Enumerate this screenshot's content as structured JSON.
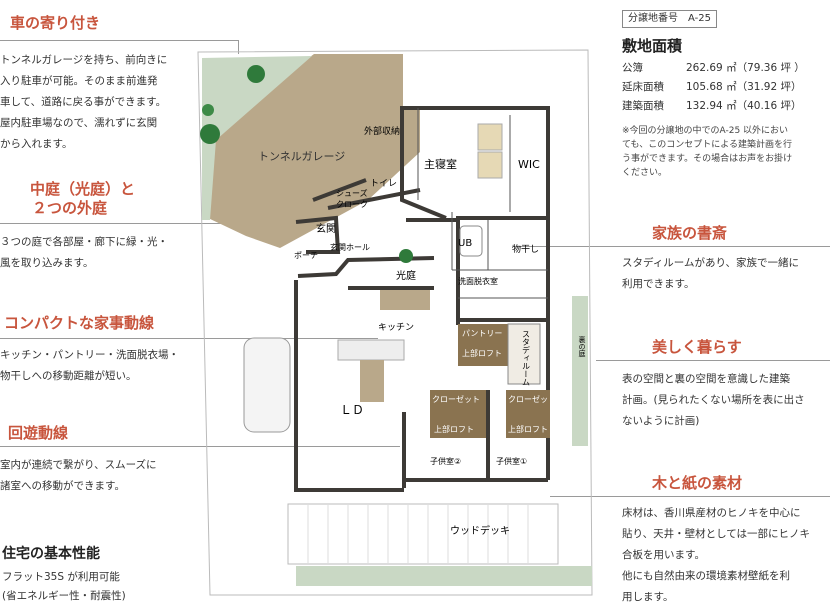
{
  "left_features": [
    {
      "title": "車の寄り付き",
      "lines": [
        "トンネルガレージを持ち、前向きに",
        "入り駐車が可能。そのまま前進発",
        "車して、道路に戻る事ができます。",
        "屋内駐車場なので、濡れずに玄関",
        "から入れます。"
      ]
    },
    {
      "title_lines": [
        "中庭（光庭）と",
        "２つの外庭"
      ],
      "lines": [
        "３つの庭で各部屋・廊下に緑・光・",
        "風を取り込みます。"
      ]
    },
    {
      "title": "コンパクトな家事動線",
      "lines": [
        "キッチン・パントリー・洗面脱衣場・",
        "物干しへの移動距離が短い。"
      ]
    },
    {
      "title": "回遊動線",
      "lines": [
        "室内が連続で繋がり、スムーズに",
        "諸室への移動ができます。"
      ]
    }
  ],
  "basic": {
    "title": "住宅の基本性能",
    "lines": [
      "フラット35S が利用可能",
      "(省エネルギー性・耐震性)"
    ]
  },
  "lot": {
    "badge": "分譲地番号　A-25",
    "title": "敷地面積",
    "rows": [
      {
        "label": "公簿",
        "value": "262.69 ㎡（79.36 坪 ）"
      },
      {
        "label": "延床面積",
        "value": "105.68 ㎡（31.92 坪）"
      },
      {
        "label": "建築面積",
        "value": "132.94 ㎡（40.16 坪）"
      }
    ],
    "note_lines": [
      "※今回の分譲地の中でのA-25 以外におい",
      "ても、このコンセプトによる建築計画を行",
      "う事ができます。その場合はお声をお掛け",
      "ください。"
    ]
  },
  "right_features": [
    {
      "title": "家族の書斎",
      "lines": [
        "スタディルームがあり、家族で一緒に",
        "利用できます。"
      ]
    },
    {
      "title": "美しく暮らす",
      "lines": [
        "表の空間と裏の空間を意識した建築",
        "計画。(見られたくない場所を表に出さ",
        "ないように計画)"
      ]
    },
    {
      "title": "木と紙の素材",
      "lines": [
        "床材は、香川県産材のヒノキを中心に",
        "貼り、天井・壁材としては一部にヒノキ",
        "合板を用います。",
        "他にも自然由来の環境素材壁紙を利",
        "用します。"
      ]
    }
  ],
  "plan_labels": {
    "garage": "トンネルガレージ",
    "outer_storage": "外部収納",
    "master": "主寝室",
    "wic": "WIC",
    "toilet": "トイレ",
    "shoes_1": "シューズ",
    "shoes_2": "クローク",
    "entrance": "玄関",
    "porch": "ポーチ",
    "hall": "玄関ホール",
    "courtyard": "光庭",
    "ub": "UB",
    "drying": "物干し",
    "washroom": "洗面脱衣室",
    "kitchen": "キッチン",
    "pantry": "パントリー",
    "loft": "上部ロフト",
    "study": "スタディルーム",
    "garden": "裏の庭",
    "ld": "ＬＤ",
    "closet_a": "クローゼット",
    "loft_a": "上部ロフト",
    "closet_b": "クローゼット",
    "loft_b": "上部ロフト",
    "child2": "子供室②",
    "child1": "子供室①",
    "deck": "ウッドデッキ"
  },
  "colors": {
    "accent": "#c8553d",
    "garage": "#b9a88a",
    "loft": "#8a7350",
    "wall": "#3d3a36",
    "planting": "#c9d8c4"
  }
}
